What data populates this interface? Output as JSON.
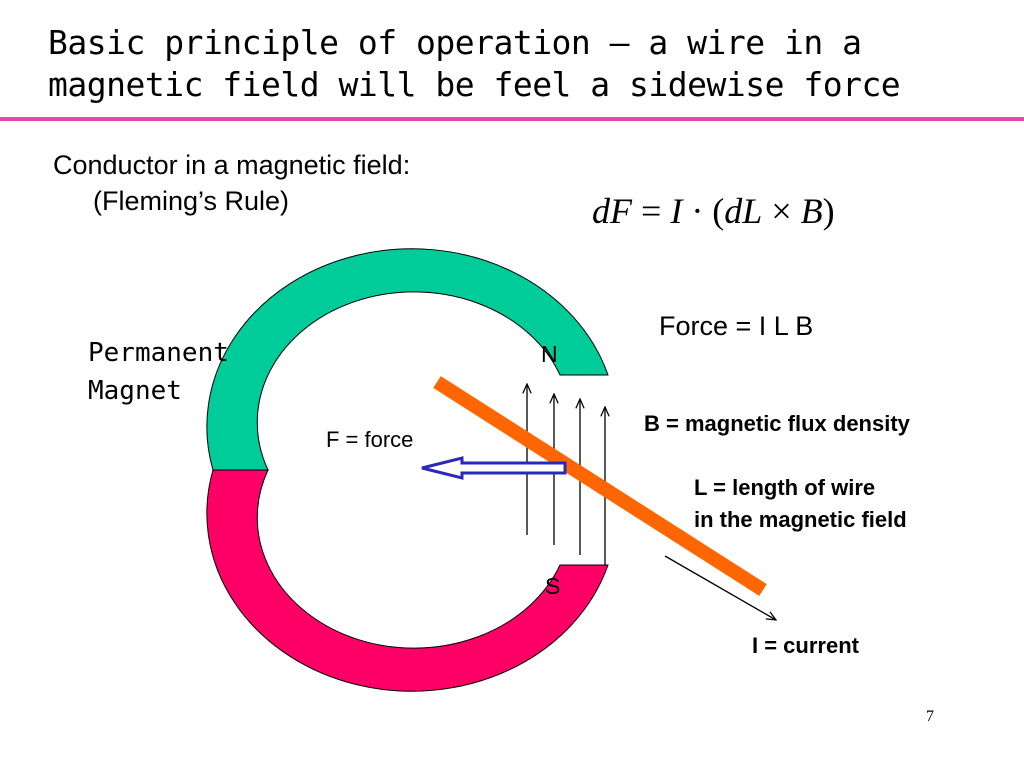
{
  "title": {
    "line1": "Basic principle of operation – a wire in a",
    "line2": "magnetic field will be feel a sidewise force"
  },
  "subtitle": {
    "line1": "Conductor in a magnetic field:",
    "line2": "(Fleming’s Rule)"
  },
  "equation": {
    "lhs": "dF",
    "equals": " = ",
    "current": "I",
    "dot": " · (",
    "dl": "dL",
    "cross": " × ",
    "b": "B",
    "close": ")"
  },
  "diagram": {
    "magnet_label_line1": "Permanent",
    "magnet_label_line2": "Magnet",
    "north_pole": "N",
    "south_pole": "S",
    "force_label": "F = force",
    "force_equation": "Force = I L B",
    "flux_label": "B = magnetic flux density",
    "length_label_line1": "L = length of wire",
    "length_label_line2": "in the magnetic field",
    "current_label": "I = current",
    "colors": {
      "north_half": "#00cc99",
      "south_half": "#ff0066",
      "wire": "#ff6600",
      "force_arrow": "#2a2ab8",
      "title_rule": "#e04ba7"
    }
  },
  "footer": {
    "page_number": "7"
  }
}
